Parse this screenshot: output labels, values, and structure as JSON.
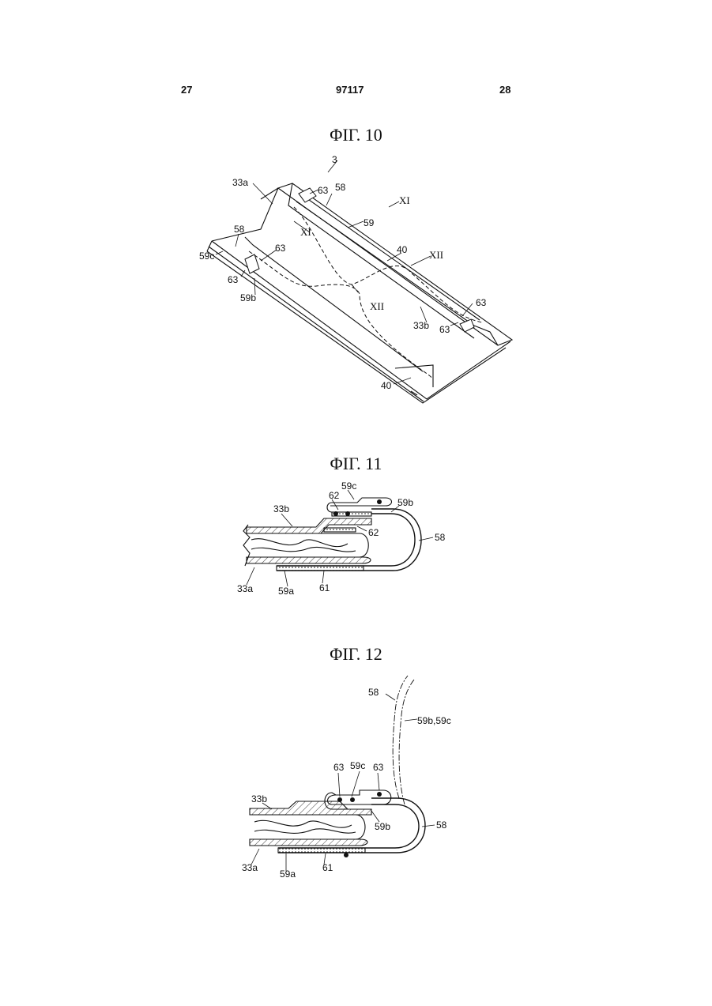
{
  "header": {
    "page_left": "27",
    "doc_number": "97117",
    "page_right": "28"
  },
  "fig10": {
    "title": "ΦΙΓ. 10",
    "labels": {
      "l3": "3",
      "l33a": "33a",
      "l63a": "63",
      "l58a": "58",
      "lXIa": "XI",
      "l59": "59",
      "lXIb": "XI",
      "l58b": "58",
      "l63b": "63",
      "l59c": "59c",
      "l63c": "63",
      "l59b": "59b",
      "l40a": "40",
      "lXIIa": "XII",
      "lXIIb": "XII",
      "l33b": "33b",
      "l63d": "63",
      "l63e": "63",
      "l40b": "40"
    }
  },
  "fig11": {
    "title": "ΦΙΓ. 11",
    "labels": {
      "l59c": "59c",
      "l62a": "62",
      "l59b": "59b",
      "l33b": "33b",
      "l62b": "62",
      "l58": "58",
      "l33a": "33a",
      "l59a": "59a",
      "l61": "61"
    }
  },
  "fig12": {
    "title": "ΦΙΓ. 12",
    "labels": {
      "l58a": "58",
      "l59bc": "59b,59c",
      "l63a": "63",
      "l59c": "59c",
      "l63b": "63",
      "l33b": "33b",
      "l59b": "59b",
      "l58b": "58",
      "l33a": "33a",
      "l59a": "59a",
      "l61": "61"
    }
  }
}
